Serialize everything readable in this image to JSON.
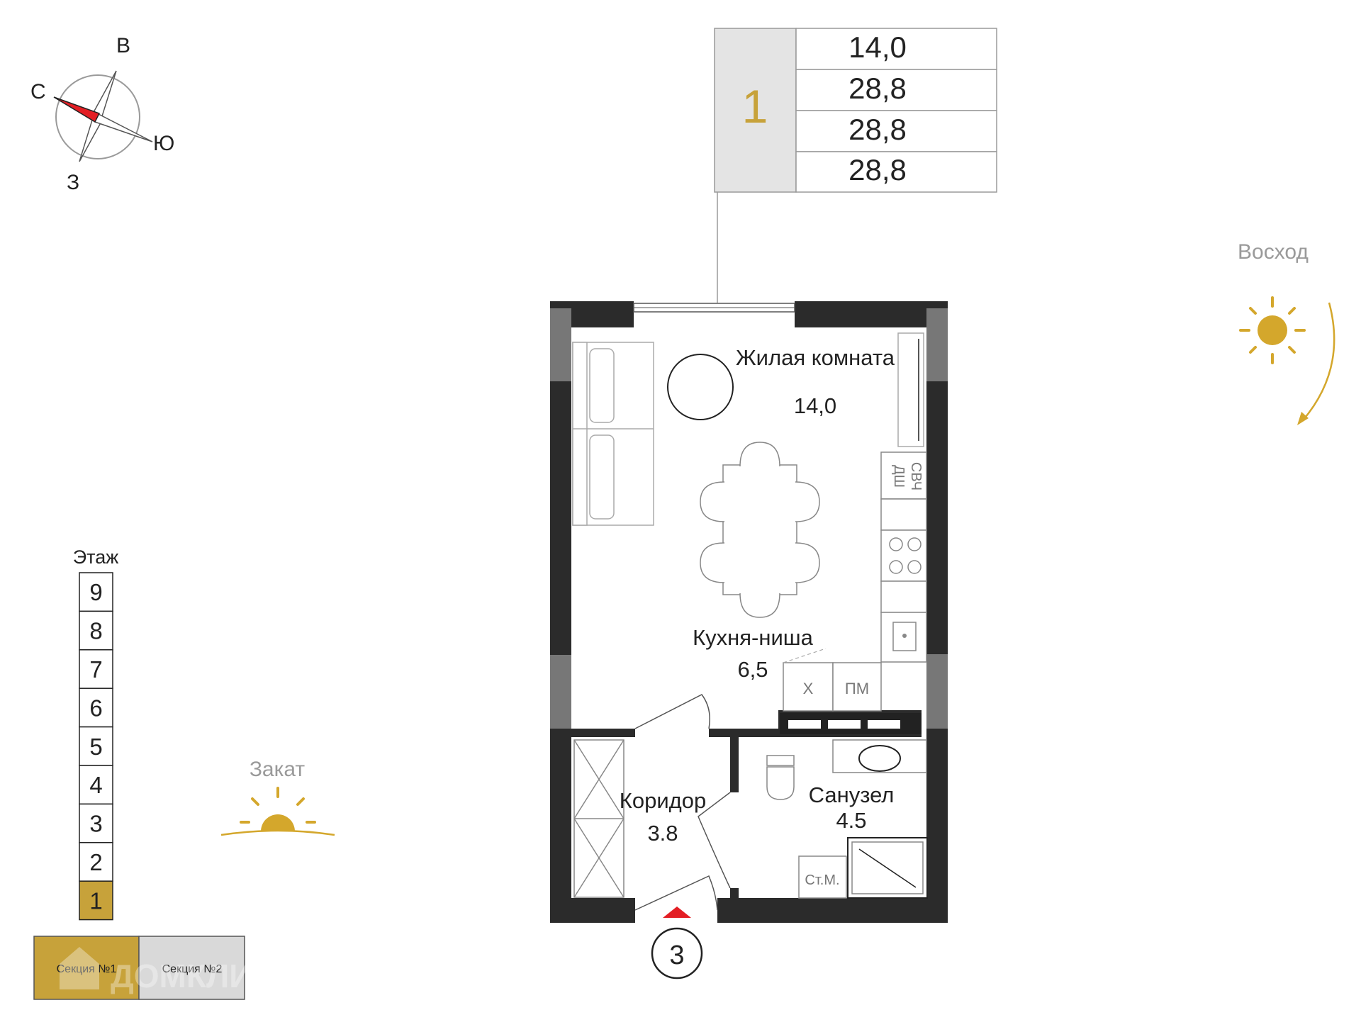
{
  "compass": {
    "n": "С",
    "e": "В",
    "s": "Ю",
    "w": "З",
    "needle_color": "#e31e24"
  },
  "area_table": {
    "rooms": "1",
    "values": [
      "14,0",
      "28,8",
      "28,8",
      "28,8"
    ],
    "accent": "#c7a23a"
  },
  "sunrise": {
    "label": "Восход",
    "color": "#d4a72c"
  },
  "sunset": {
    "label": "Закат",
    "color": "#d4a72c"
  },
  "floors": {
    "title": "Этаж",
    "items": [
      "9",
      "8",
      "7",
      "6",
      "5",
      "4",
      "3",
      "2",
      "1"
    ],
    "current": "1",
    "highlight": "#c7a23a"
  },
  "sections": {
    "items": [
      "Секция №1",
      "Секция №2"
    ],
    "active": "Секция №1"
  },
  "watermark": "ДОМКЛИК",
  "entrance_number": "3",
  "rooms": {
    "living": {
      "name": "Жилая комната",
      "area": "14,0"
    },
    "kitchen": {
      "name": "Кухня-ниша",
      "area": "6,5"
    },
    "corridor": {
      "name": "Коридор",
      "area": "3.8"
    },
    "bathroom": {
      "name": "Санузел",
      "area": "4.5"
    }
  },
  "appliances": {
    "dishwasher": "ДШ",
    "microwave": "СВЧ",
    "fridge": "Х",
    "dishwasher2": "ПМ",
    "washer": "Ст.М."
  }
}
